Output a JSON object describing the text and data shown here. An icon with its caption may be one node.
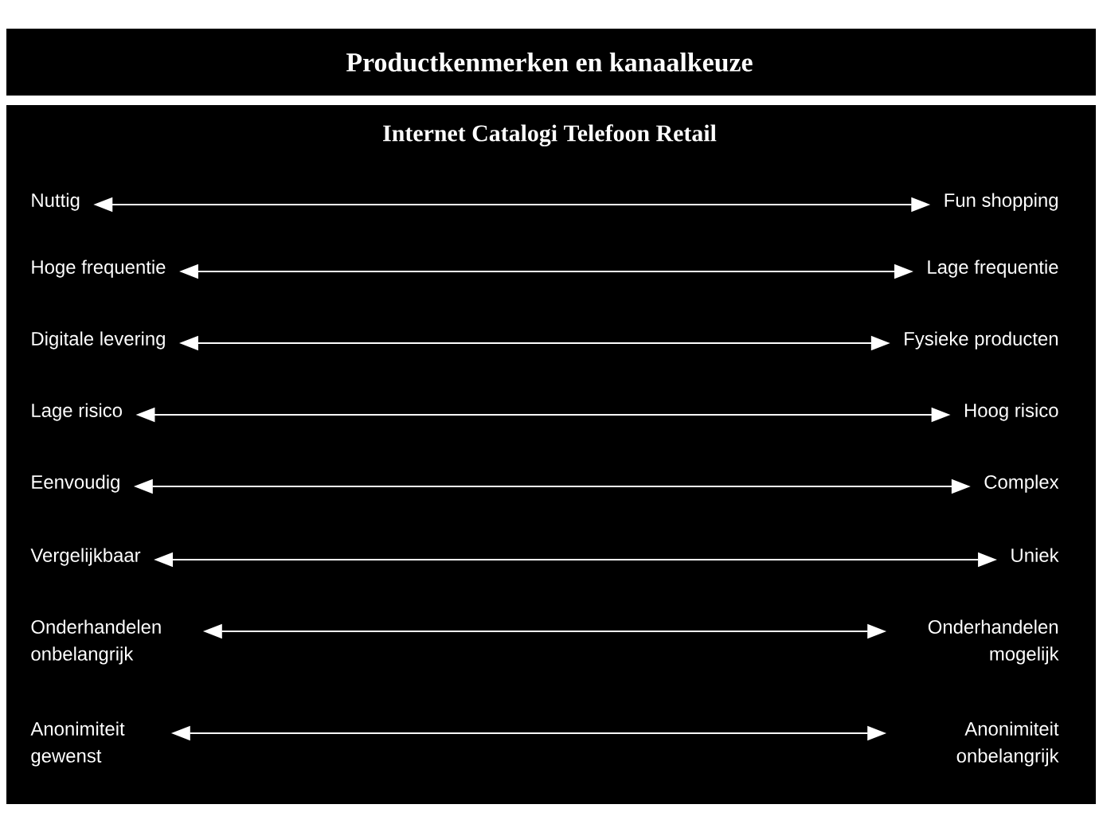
{
  "diagram": {
    "title": "Productkenmerken en kanaalkeuze",
    "nodes": [
      {
        "text": [
          "Nuttig"
        ]
      },
      {
        "text": [
          "Fun shopping"
        ]
      },
      {
        "text": [
          "Hoge frequentie"
        ]
      },
      {
        "text": [
          "Lage frequentie"
        ]
      },
      {
        "text": [
          "Digitale levering"
        ]
      },
      {
        "text": [
          "Fysieke producten"
        ]
      },
      {
        "text": [
          "Lage risico"
        ]
      },
      {
        "text": [
          "Hoog risico"
        ]
      },
      {
        "text": [
          "Eenvoudig"
        ]
      },
      {
        "text": [
          "Complex"
        ]
      },
      {
        "text": [
          "Vergelijkbaar"
        ]
      },
      {
        "text": [
          "Uniek"
        ]
      },
      {
        "text": [
          "Onderhandelen onbelangrijk"
        ]
      },
      {
        "text": [
          "Onderhandelen mogelijk"
        ]
      },
      {
        "text": [
          "Anonimiteit gewenst"
        ]
      },
      {
        "text": [
          "Anonimiteit onbelangrijk"
        ]
      }
    ],
    "edges": [
      {
        "from": 0,
        "to": 1,
        "arrow": "both"
      },
      {
        "from": 2,
        "to": 3,
        "arrow": "both"
      },
      {
        "from": 4,
        "to": 5,
        "arrow": "both"
      },
      {
        "from": 6,
        "to": 7,
        "arrow": "both"
      },
      {
        "from": 8,
        "to": 9,
        "arrow": "both"
      },
      {
        "from": 10,
        "to": 11,
        "arrow": "both"
      },
      {
        "from": 12,
        "to": 13,
        "arrow": "both"
      },
      {
        "from": 14,
        "to": 15,
        "arrow": "both"
      }
    ],
    "labels": [
      "Internet Catalogi Telefoon Retail"
    ]
  }
}
